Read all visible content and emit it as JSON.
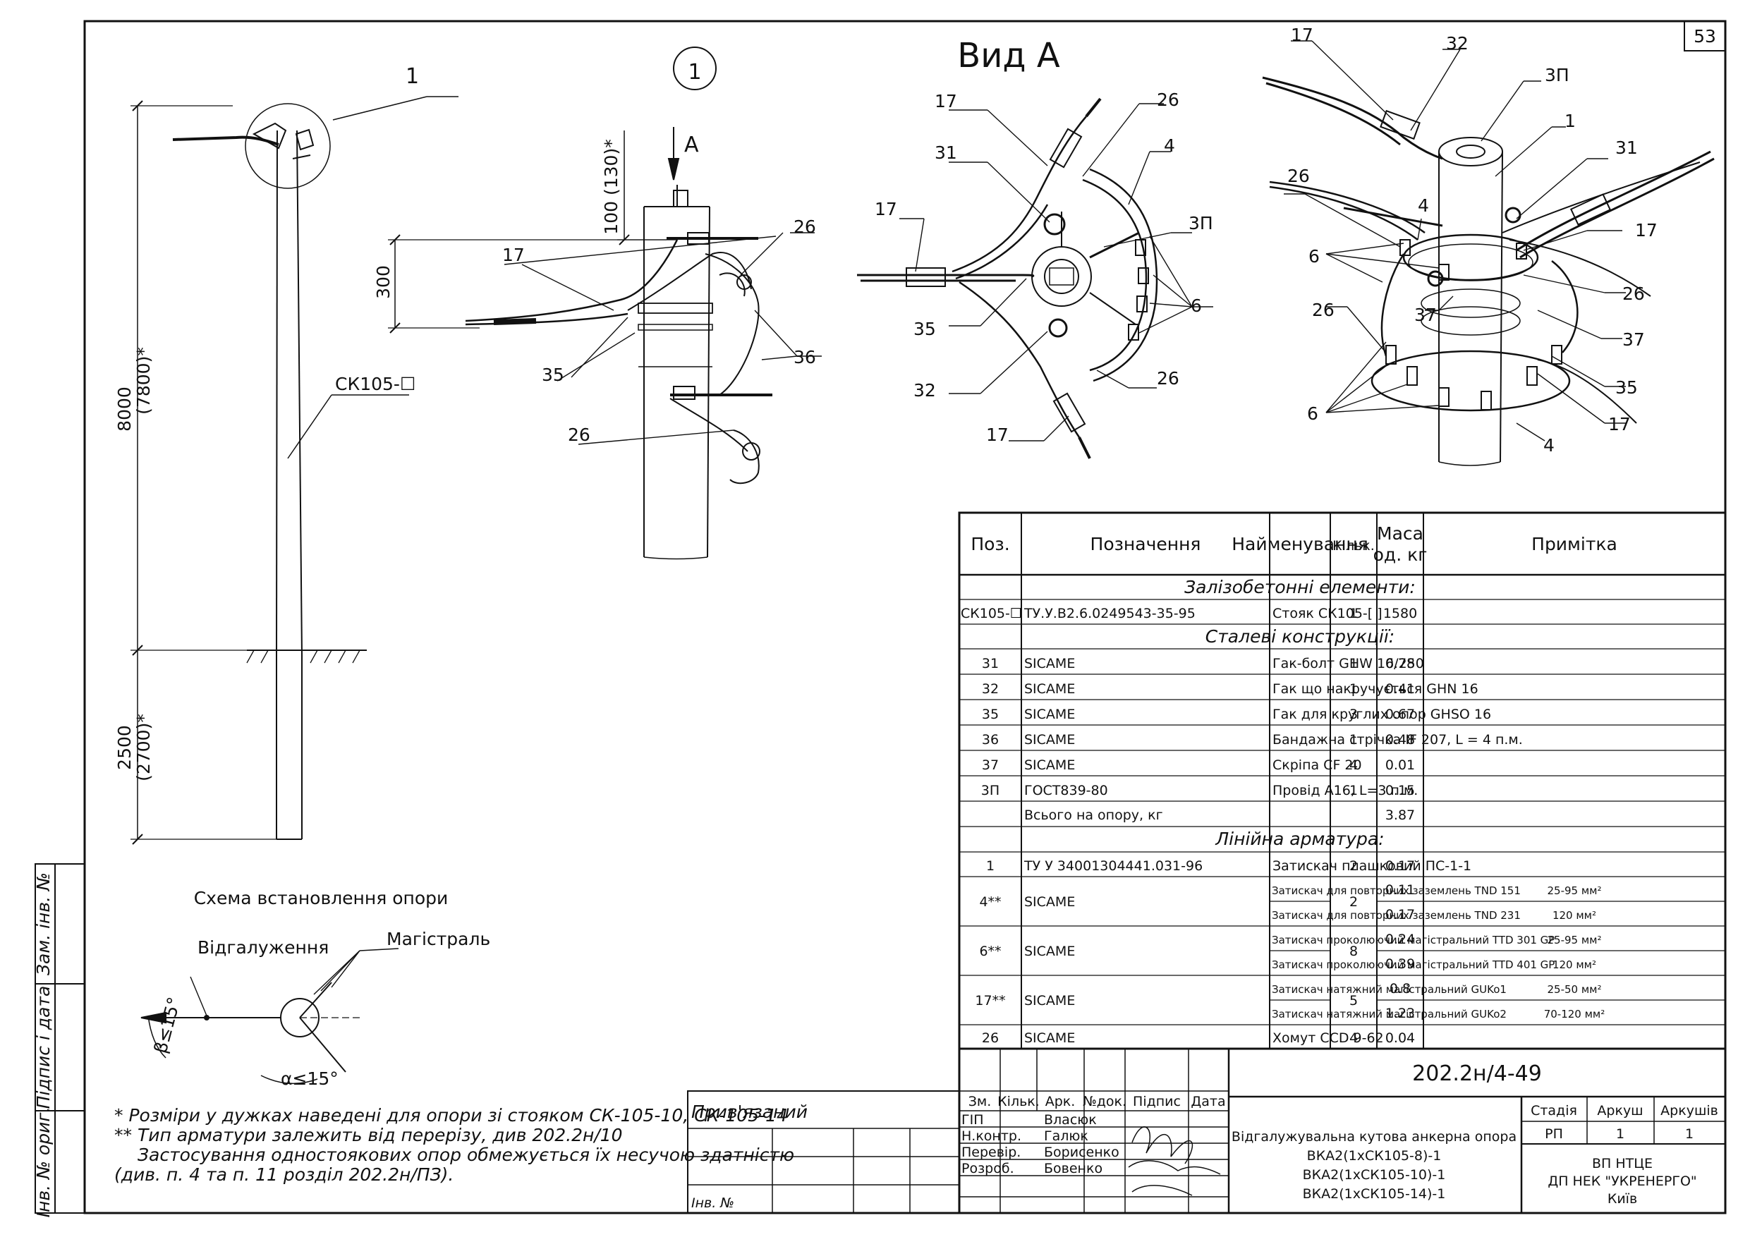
{
  "sheet": {
    "number": "53"
  },
  "callouts": {
    "detail_1_label": "1",
    "detail_circle_num": "1",
    "view_a_title": "Вид А",
    "arrow_a": "А",
    "pole_mark": "СК105-☐",
    "dim_top": "100 (130)*",
    "dim_300": "300",
    "dim_8000": "8000",
    "dim_7800": "(7800)*",
    "dim_2500": "2500",
    "dim_2700": "(2700)*",
    "side": {
      "p17": "17",
      "p26": "26",
      "p35": "35",
      "p36": "36",
      "p26b": "26"
    },
    "view_a": {
      "p17a": "17",
      "p31": "31",
      "p17b": "17",
      "p35": "35",
      "p32": "32",
      "p17c": "17",
      "p26a": "26",
      "p4": "4",
      "p3p": "3П",
      "p6": "6",
      "p26b": "26"
    },
    "iso": {
      "p17a": "17",
      "p32": "32",
      "p3p": "3П",
      "p1": "1",
      "p31": "31",
      "p26a": "26",
      "p4a": "4",
      "p6a": "6",
      "p17b": "17",
      "p26b": "26",
      "p26c": "26",
      "p37a": "37",
      "p37b": "37",
      "p35": "35",
      "p6b": "6",
      "p17c": "17",
      "p4b": "4"
    }
  },
  "scheme": {
    "title": "Схема встановлення опори",
    "branch_label": "Відгалуження",
    "main_label": "Магістраль",
    "beta": "β≤15°",
    "alpha": "α≤15°"
  },
  "notes": {
    "line1": "* Розміри у дужках наведені для опори зі стояком СК-105-10, СК-105-14",
    "line2": "** Тип арматури залежить від перерізу, див 202.2н/10",
    "line3": "Застосування одностоякових опор обмежується їх несучою здатністю",
    "line4": "(див. п. 4 та п. 11 розділ 202.2н/ПЗ)."
  },
  "side_stamp": {
    "inv_orig": "Інв. № ориг.",
    "sign_date": "Підпис і дата",
    "instead_inv": "Зам. інв. №"
  },
  "spec": {
    "headers": {
      "pos": "Поз.",
      "designation": "Позначення",
      "name": "Найменування",
      "qty": "Кільк.",
      "mass_a": "Маса",
      "mass_b": "од. кг",
      "note": "Примітка"
    },
    "sections": {
      "s1": "Залізобетонні елементи:",
      "s2": "Сталеві конструкції:",
      "s3": "Лінійна арматура:"
    },
    "r1": {
      "pos": "СК105-☐",
      "designation": "ТУ.У.В2.6.0249543-35-95",
      "name": "Стояк СК105-[       ]",
      "qty": "1",
      "mass": "1580"
    },
    "r2": {
      "pos": "31",
      "designation": "SICAME",
      "name": "Гак-болт GHW 16/250",
      "qty": "1",
      "mass": "0.78"
    },
    "r3": {
      "pos": "32",
      "designation": "SICAME",
      "name": "Гак що накручується GHN 16",
      "qty": "1",
      "mass": "0.41"
    },
    "r4": {
      "pos": "35",
      "designation": "SICAME",
      "name": "Гак для круглих опор GHSO 16",
      "qty": "3",
      "mass": "0.67"
    },
    "r5": {
      "pos": "36",
      "designation": "SICAME",
      "name": "Бандажна стрічка IF 207, L = 4 п.м.",
      "qty": "1",
      "mass": "0.48"
    },
    "r6": {
      "pos": "37",
      "designation": "SICAME",
      "name": "Скріпа CF 20",
      "qty": "4",
      "mass": "0.01"
    },
    "r7": {
      "pos": "3П",
      "designation": "ГОСТ839-80",
      "name": "Провід А16, L=3 п.м.",
      "qty": "1",
      "mass": "0.15"
    },
    "total": {
      "label": "Всього на опору, кг",
      "mass": "3.87"
    },
    "r8": {
      "pos": "1",
      "designation": "ТУ У 34001304441.031-96",
      "name": "Затискач плашковий ПС-1-1",
      "qty": "2",
      "mass": "0.17"
    },
    "r9": {
      "pos": "4**",
      "designation": "SICAME",
      "name_a": "Затискач для повторних заземлень TND 151",
      "name_b": "Затискач для повторних заземлень TND 231",
      "qty": "2",
      "mass_a": "0.11",
      "mass_b": "0.17",
      "note_a": "25-95 мм²",
      "note_b": "120 мм²"
    },
    "r10": {
      "pos": "6**",
      "designation": "SICAME",
      "name_a": "Затискач проколюючий магістральний TTD 301 GP",
      "name_b": "Затискач проколюючий магістральний TTD 401 GP",
      "qty": "8",
      "mass_a": "0.24",
      "mass_b": "0.39",
      "note_a": "25-95 мм²",
      "note_b": "120 мм²"
    },
    "r11": {
      "pos": "17**",
      "designation": "SICAME",
      "name_a": "Затискач натяжний магістральний GUKo1",
      "name_b": "Затискач натяжний магістральний GUKo2",
      "qty": "5",
      "mass_a": "0.8",
      "mass_b": "1.23",
      "note_a": "25-50 мм²",
      "note_b": "70-120 мм²"
    },
    "r12": {
      "pos": "26",
      "designation": "SICAME",
      "name": "Хомут CCD 9-62",
      "qty": "4",
      "mass": "0.04"
    }
  },
  "titleblock": {
    "code": "202.2н/4-49",
    "privyazany": "Прив'язаний",
    "inv_no": "Інв. №",
    "hdr": {
      "zm": "Зм.",
      "kilk": "Кільк.",
      "ark": "Арк.",
      "ndok": "№док.",
      "pidpys": "Підпис",
      "data": "Дата"
    },
    "roles": {
      "gip": "ГІП",
      "nkontr": "Н.контр.",
      "perevir": "Перевір.",
      "rozrob": "Розроб."
    },
    "names": {
      "gip": "Власюк",
      "nkontr": "Галюк",
      "perevir": "Борисенко",
      "rozrob": "Бовенко"
    },
    "description": {
      "l1": "Відгалужувальна кутова анкерна опора",
      "l2": "ВКА2(1хСК105-8)-1",
      "l3": "ВКА2(1хСК105-10)-1",
      "l4": "ВКА2(1хСК105-14)-1"
    },
    "stage_hdr": "Стадія",
    "sheet_hdr": "Аркуш",
    "sheets_hdr": "Аркушів",
    "stage": "РП",
    "sheet": "1",
    "sheets": "1",
    "org": {
      "l1": "ВП НТЦЕ",
      "l2": "ДП НЕК \"УКРЕНЕРГО\"",
      "l3": "Київ"
    }
  }
}
